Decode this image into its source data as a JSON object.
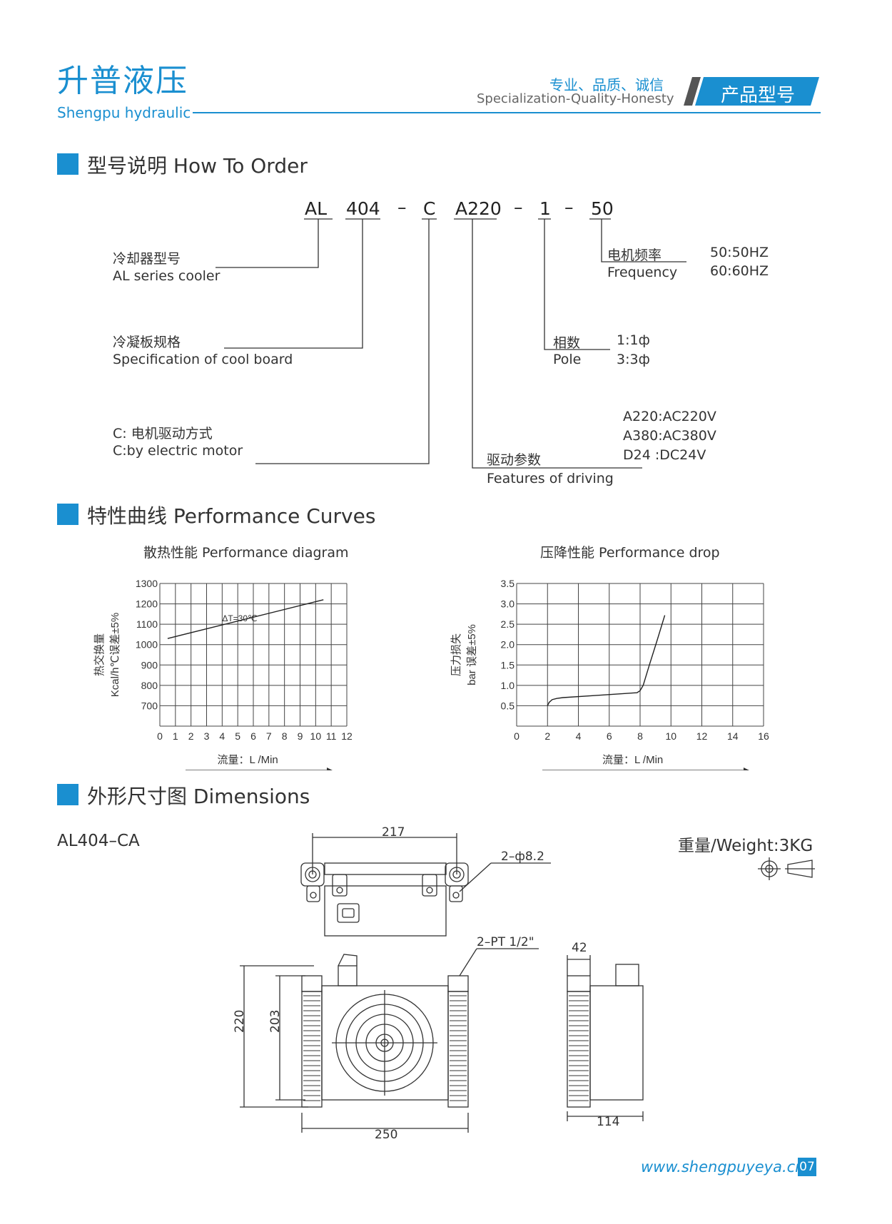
{
  "header": {
    "brand_cn": "升普液压",
    "brand_en": "Shengpu hydraulic",
    "slogan_cn": "专业、品质、诚信",
    "slogan_en": "Specialization-Quality-Honesty",
    "tag": "产品型号"
  },
  "colors": {
    "accent": "#1a8fd0",
    "tag_dark": "#555555"
  },
  "order": {
    "section_title": "型号说明 How To Order",
    "codes": [
      "AL",
      "404",
      "–",
      "C",
      "A220",
      "–",
      "1",
      "–",
      "50"
    ],
    "cooler": {
      "cn": "冷却器型号",
      "en": "AL series cooler"
    },
    "board": {
      "cn": "冷凝板规格",
      "en": "Specification of cool board"
    },
    "motor": {
      "cn": "C: 电机驱动方式",
      "en": "C:by electric motor"
    },
    "driving": {
      "cn": "驱动参数",
      "en": "Features of driving",
      "options": [
        "A220:AC220V",
        "A380:AC380V",
        "D24 :DC24V"
      ]
    },
    "pole": {
      "cn": "相数",
      "en": "Pole",
      "options": [
        "1:1ф",
        "3:3ф"
      ]
    },
    "frequency": {
      "cn": "电机频率",
      "en": "Frequency",
      "options": [
        "50:50HZ",
        "60:60HZ"
      ]
    }
  },
  "curves": {
    "section_title": "特性曲线 Performance Curves"
  },
  "chart_data": [
    {
      "type": "line",
      "title": "散热性能 Performance diagram",
      "ylabel_cn": "热交换量",
      "ylabel_en": "Kcal/h℃误差±5%",
      "xlabel": "流量：L /Min",
      "annotation": "ΔT=30℃",
      "xlim": [
        0,
        12
      ],
      "ylim": [
        600,
        1300
      ],
      "x_ticks": [
        "0",
        "1",
        "2",
        "3",
        "4",
        "5",
        "6",
        "7",
        "8",
        "9",
        "10",
        "11",
        "12"
      ],
      "y_ticks": [
        "700",
        "800",
        "900",
        "1000",
        "1100",
        "1200",
        "1300"
      ],
      "grid": true,
      "series": [
        {
          "x": [
            0.5,
            10.5
          ],
          "y": [
            1030,
            1220
          ]
        }
      ]
    },
    {
      "type": "line",
      "title": "压降性能 Performance drop",
      "ylabel_cn": "压力损失",
      "ylabel_en": "bar 误差±5%",
      "xlabel": "流量：L /Min",
      "xlim": [
        0,
        16
      ],
      "ylim": [
        0,
        3.5
      ],
      "x_ticks": [
        "0",
        "2",
        "4",
        "6",
        "8",
        "10",
        "12",
        "14",
        "16"
      ],
      "y_ticks": [
        "0.5",
        "1.0",
        "1.5",
        "2.0",
        "2.5",
        "3.0",
        "3.5"
      ],
      "grid": true,
      "series": [
        {
          "x": [
            2,
            2.1,
            2.3,
            2.6,
            3,
            5,
            7,
            7.8,
            8.0,
            8.2,
            8.6,
            9.1,
            9.6
          ],
          "y": [
            0.5,
            0.58,
            0.65,
            0.68,
            0.7,
            0.75,
            0.8,
            0.82,
            0.87,
            1.0,
            1.5,
            2.1,
            2.72
          ]
        }
      ]
    }
  ],
  "dimensions": {
    "section_title": "外形尺寸图 Dimensions",
    "model": "AL404–CA",
    "weight": "重量/Weight:3KG",
    "top_width": "217",
    "holes": "2–ф8.2",
    "ports": "2–PT 1/2\"",
    "height_total": "220",
    "height_inner": "203",
    "width": "250",
    "side_top": "42",
    "side_bottom": "114"
  },
  "footer": {
    "url": "www.shengpuyeya.cn",
    "page": "07"
  }
}
